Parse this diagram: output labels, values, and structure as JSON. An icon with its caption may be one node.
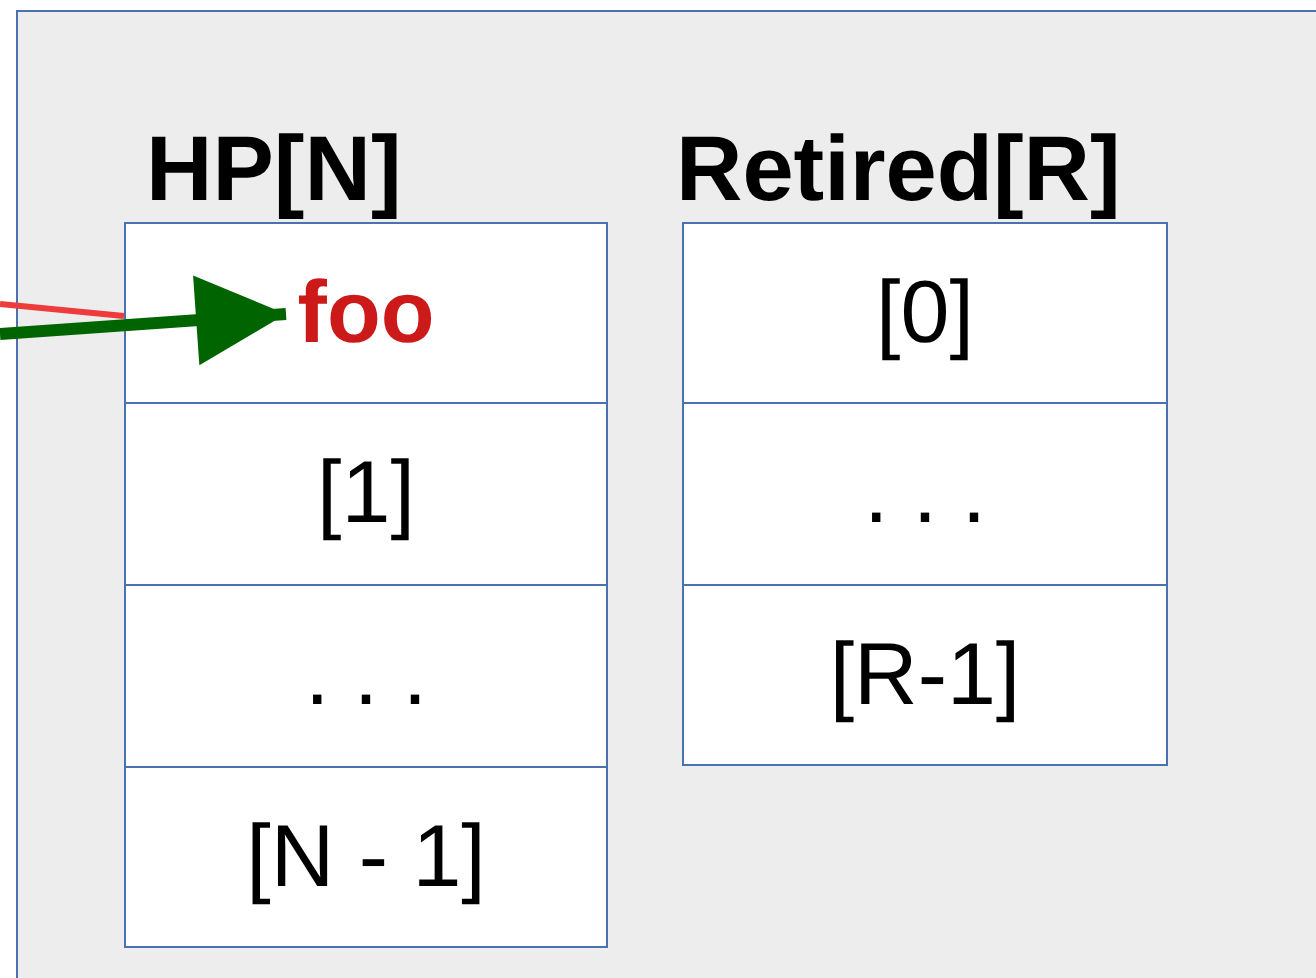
{
  "diagram": {
    "nodes": [
      {
        "text": [
          "HP[N]"
        ]
      },
      {
        "text": [
          "foo"
        ],
        "in": 0
      },
      {
        "text": [
          "[1]"
        ],
        "in": 0
      },
      {
        "text": [
          ". . ."
        ],
        "in": 0
      },
      {
        "text": [
          "[N - 1]"
        ],
        "in": 0
      },
      {
        "text": [
          "Retired[R]"
        ]
      },
      {
        "text": [
          "[0]"
        ],
        "in": 5
      },
      {
        "text": [
          ". . ."
        ],
        "in": 5
      },
      {
        "text": [
          "[R-1]"
        ],
        "in": 5
      }
    ],
    "edges": [
      {
        "from": null,
        "to": 1,
        "arrow": "none",
        "color": "#ee3b3b"
      },
      {
        "from": null,
        "to": 1,
        "arrow": "to",
        "color": "#006400",
        "style": "thick"
      }
    ]
  }
}
